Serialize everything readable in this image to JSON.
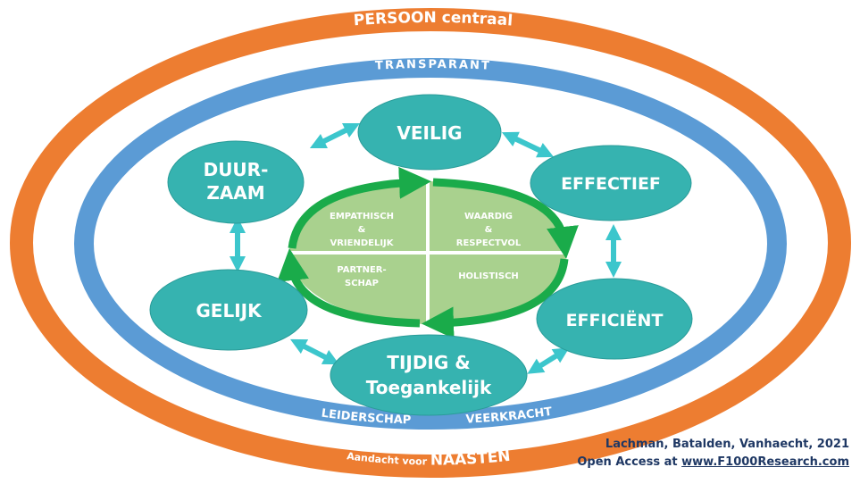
{
  "outer_ring": {
    "top_text": "PERSOON centraal",
    "bottom_prefix": "Aandacht voor ",
    "bottom_main": "NAASTEN",
    "color": "#ed7d31"
  },
  "middle_ring": {
    "top_text": "TRANSPARANT",
    "bottom_left": "LEIDERSCHAP",
    "bottom_right": "VEERKRACHT",
    "color": "#5b9bd5"
  },
  "nodes": {
    "veilig": "VEILIG",
    "duurzaam_1": "DUUR-",
    "duurzaam_2": "ZAAM",
    "effectief": "EFFECTIEF",
    "gelijk": "GELIJK",
    "efficient": "EFFICIËNT",
    "tijdig_1": "TIJDIG &",
    "tijdig_2": "Toegankelijk",
    "color": "#36b3b0"
  },
  "core": {
    "q1_1": "EMPATHISCH",
    "q1_2": "&",
    "q1_3": "VRIENDELIJK",
    "q2_1": "WAARDIG",
    "q2_2": "&",
    "q2_3": "RESPECTVOL",
    "q3_1": "PARTNER-",
    "q3_2": "SCHAP",
    "q4_1": "HOLISTISCH",
    "fill": "#a9d18e",
    "arrow_color": "#1aab4a"
  },
  "credits": {
    "line1": "Lachman, Batalden, Vanhaecht, 2021",
    "line2_prefix": "Open Access at ",
    "link": "www.F1000Research.com"
  }
}
